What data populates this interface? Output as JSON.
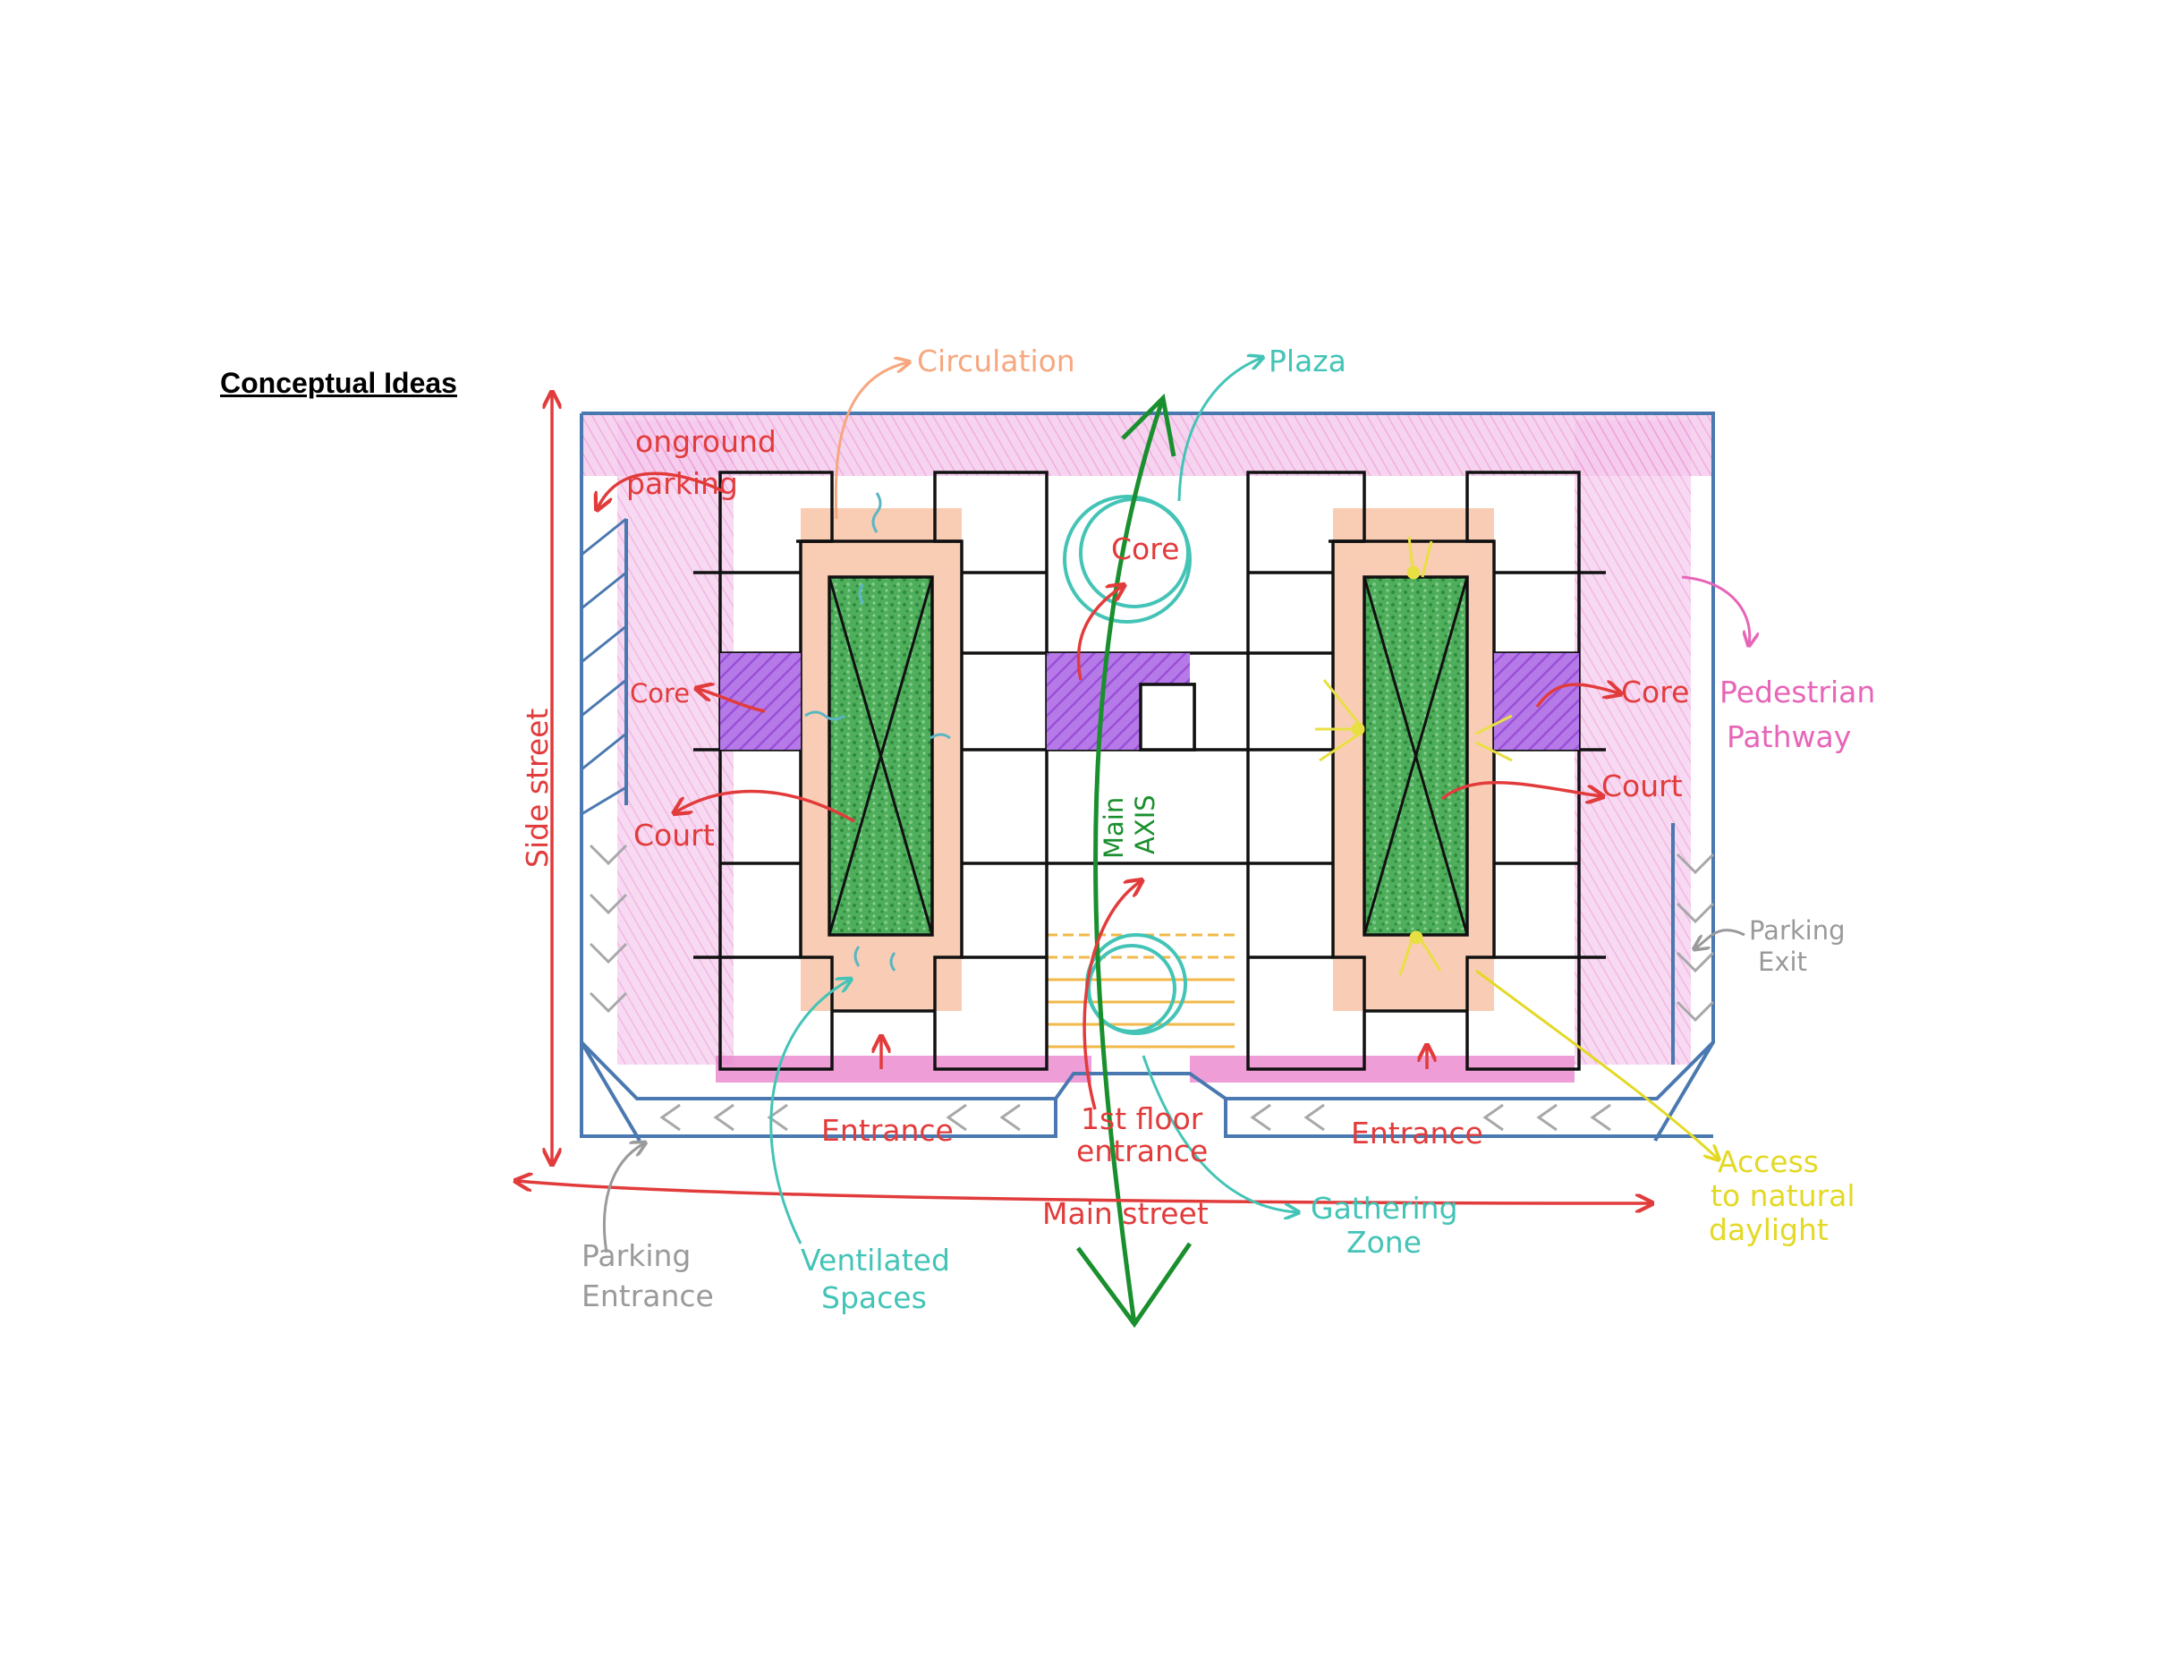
{
  "title": "Conceptual Ideas",
  "colors": {
    "red": "#e23b3b",
    "pink": "#e765b8",
    "teal": "#43c4b6",
    "green": "#1a8f2e",
    "gray": "#9a9a9a",
    "yellow": "#e3d925",
    "salmon": "#f6a77f",
    "purple": "#a858e0",
    "blue": "#4a78b0"
  },
  "labels": {
    "circulation": "Circulation",
    "plaza": "Plaza",
    "onground_l1": "onground",
    "onground_l2": "parking",
    "core_left": "Core",
    "core_center": "Core",
    "core_right": "Core",
    "court_left": "Court",
    "court_right": "Court",
    "pedestrian_l1": "Pedestrian",
    "pedestrian_l2": "Pathway",
    "side_street": "Side street",
    "main_axis_l1": "Main",
    "main_axis_l2": "AXIS",
    "parking_exit_l1": "Parking",
    "parking_exit_l2": "Exit",
    "entrance_left": "Entrance",
    "entrance_right": "Entrance",
    "first_floor_l1": "1st floor",
    "first_floor_l2": "entrance",
    "access_l1": "Access",
    "access_l2": "to natural",
    "access_l3": "daylight",
    "main_street": "Main street",
    "gathering_l1": "Gathering",
    "gathering_l2": "Zone",
    "parking_entrance_l1": "Parking",
    "parking_entrance_l2": "Entrance",
    "ventilated_l1": "Ventilated",
    "ventilated_l2": "Spaces"
  }
}
